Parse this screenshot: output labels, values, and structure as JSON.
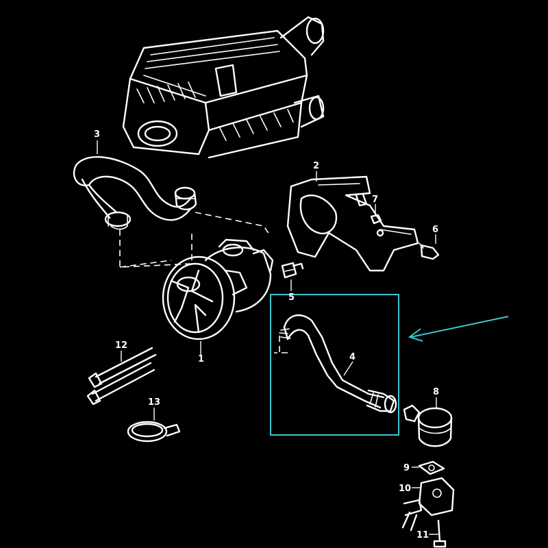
{
  "colors": {
    "background": "#000000",
    "linework": "#ffffff",
    "highlight": "#3ec7d4"
  },
  "callouts": [
    {
      "id": "1",
      "label": "1"
    },
    {
      "id": "2",
      "label": "2"
    },
    {
      "id": "3",
      "label": "3"
    },
    {
      "id": "4",
      "label": "4"
    },
    {
      "id": "5",
      "label": "5"
    },
    {
      "id": "6",
      "label": "6"
    },
    {
      "id": "7",
      "label": "7"
    },
    {
      "id": "8",
      "label": "8"
    },
    {
      "id": "9",
      "label": "9"
    },
    {
      "id": "10",
      "label": "10"
    },
    {
      "id": "11",
      "label": "11"
    },
    {
      "id": "12",
      "label": "12"
    },
    {
      "id": "13",
      "label": "13"
    }
  ]
}
